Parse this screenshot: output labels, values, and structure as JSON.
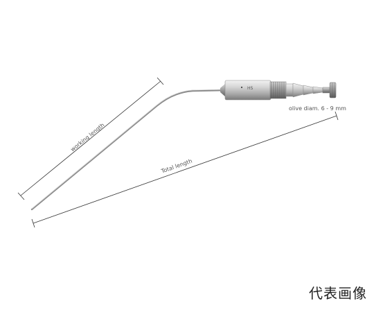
{
  "labels": {
    "working_length": "working length",
    "total_length": "Total length",
    "olive_diam": "olive diam. 6 - 9 mm"
  },
  "caption": "代表画像"
}
